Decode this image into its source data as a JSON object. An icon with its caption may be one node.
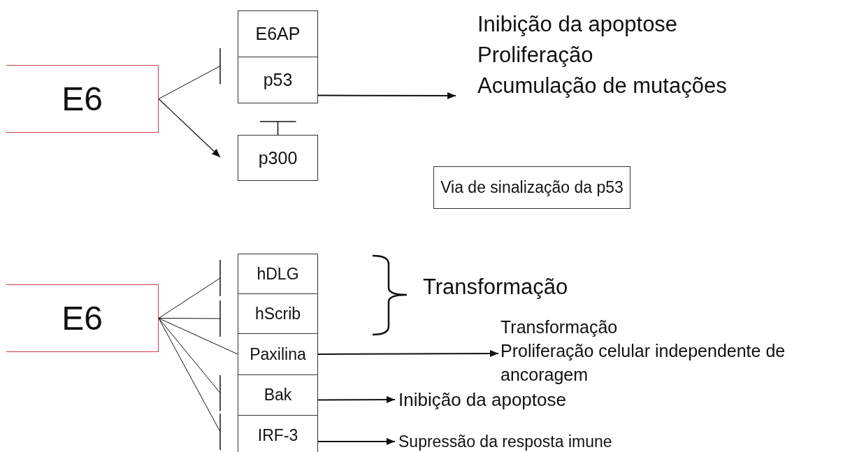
{
  "diagram": {
    "nodes": [
      {
        "text": [
          "E6"
        ]
      },
      {
        "text": [
          "E6AP"
        ]
      },
      {
        "text": [
          "p53"
        ]
      },
      {
        "text": [
          "p300"
        ]
      },
      {
        "text": [
          "Inibição da apoptose",
          "Proliferação",
          "Acumulação de mutações"
        ]
      },
      {
        "text": [
          "Via de sinalização da p53"
        ]
      },
      {
        "text": [
          "E6"
        ]
      },
      {
        "text": [
          "hDLG"
        ]
      },
      {
        "text": [
          "hScrib"
        ]
      },
      {
        "text": [
          "Paxilina"
        ]
      },
      {
        "text": [
          "Bak"
        ]
      },
      {
        "text": [
          "IRF-3"
        ]
      },
      {
        "text": [
          "Transformação",
          "Proliferação celular independente de ancoragem"
        ]
      },
      {
        "text": [
          "Inibição da apoptose"
        ]
      },
      {
        "text": [
          "Supressão da resposta imune"
        ]
      }
    ],
    "edges": [
      {
        "from": 0,
        "to": 2,
        "arrow": "other"
      },
      {
        "from": 0,
        "to": 3,
        "arrow": "to"
      },
      {
        "from": 3,
        "to": 2,
        "arrow": "other"
      },
      {
        "from": 2,
        "to": 4,
        "arrow": "to"
      },
      {
        "from": 6,
        "to": 7,
        "arrow": "other"
      },
      {
        "from": 6,
        "to": 8,
        "arrow": "other"
      },
      {
        "from": 6,
        "to": 9,
        "arrow": "none"
      },
      {
        "from": 6,
        "to": 10,
        "arrow": "other"
      },
      {
        "from": 6,
        "to": 11,
        "arrow": "other"
      },
      {
        "from": 9,
        "to": 12,
        "arrow": "to"
      },
      {
        "from": 10,
        "to": 13,
        "arrow": "to"
      },
      {
        "from": 11,
        "to": 14,
        "arrow": "to"
      }
    ],
    "labels": [
      "Transformação"
    ]
  }
}
